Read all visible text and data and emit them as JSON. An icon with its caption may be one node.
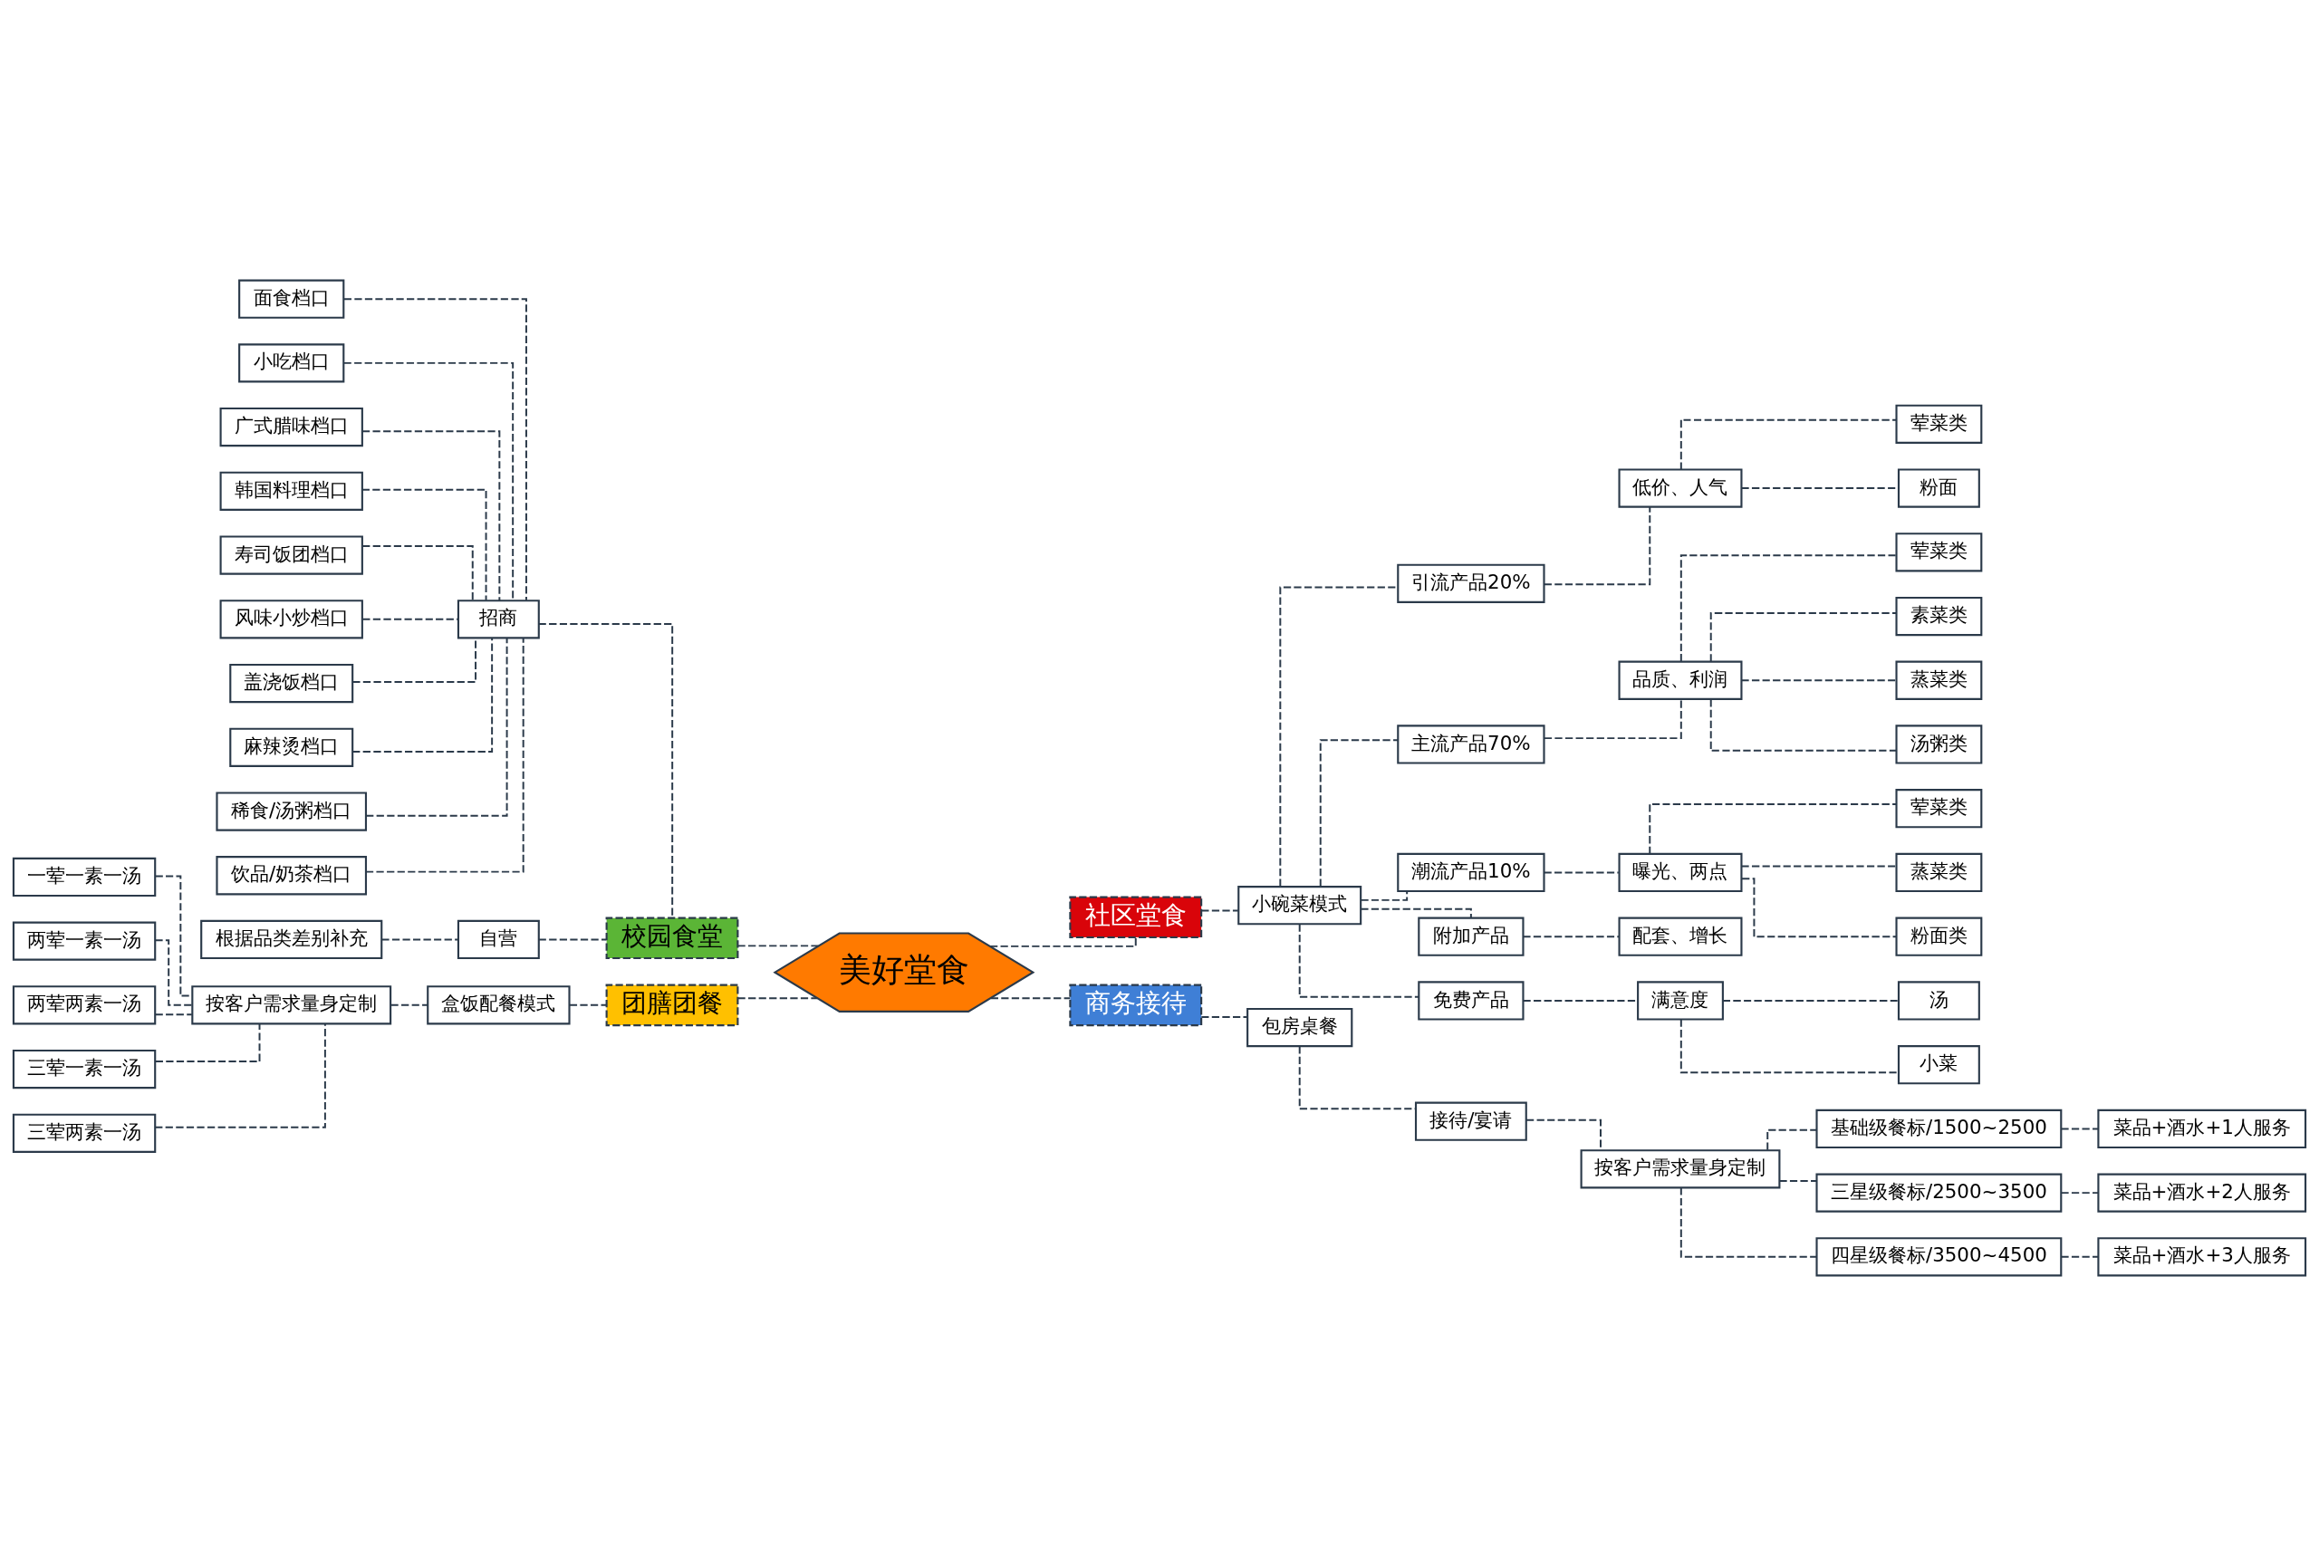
{
  "diagram": {
    "nodes": [
      {
        "text": [
          "美好堂食"
        ]
      },
      {
        "text": [
          "校园食堂"
        ]
      },
      {
        "text": [
          "招商"
        ]
      },
      {
        "text": [
          "面食档口"
        ]
      },
      {
        "text": [
          "小吃档口"
        ]
      },
      {
        "text": [
          "广式腊味档口"
        ]
      },
      {
        "text": [
          "韩国料理档口"
        ]
      },
      {
        "text": [
          "寿司饭团档口"
        ]
      },
      {
        "text": [
          "风味小炒档口"
        ]
      },
      {
        "text": [
          "盖浇饭档口"
        ]
      },
      {
        "text": [
          "麻辣烫档口"
        ]
      },
      {
        "text": [
          "稀食/汤粥档口"
        ]
      },
      {
        "text": [
          "饮品/奶茶档口"
        ]
      },
      {
        "text": [
          "自营"
        ]
      },
      {
        "text": [
          "根据品类差别补充"
        ]
      },
      {
        "text": [
          "团膳团餐"
        ]
      },
      {
        "text": [
          "盒饭配餐模式"
        ]
      },
      {
        "text": [
          "按客户需求量身定制"
        ]
      },
      {
        "text": [
          "一荤一素一汤"
        ]
      },
      {
        "text": [
          "两荤一素一汤"
        ]
      },
      {
        "text": [
          "两荤两素一汤"
        ]
      },
      {
        "text": [
          "三荤一素一汤"
        ]
      },
      {
        "text": [
          "三荤两素一汤"
        ]
      },
      {
        "text": [
          "社区堂食"
        ]
      },
      {
        "text": [
          "小碗菜模式"
        ]
      },
      {
        "text": [
          "引流产品20%"
        ]
      },
      {
        "text": [
          "低价、人气"
        ]
      },
      {
        "text": [
          "荤菜类"
        ]
      },
      {
        "text": [
          "粉面"
        ]
      },
      {
        "text": [
          "主流产品70%"
        ]
      },
      {
        "text": [
          "品质、利润"
        ]
      },
      {
        "text": [
          "荤菜类"
        ]
      },
      {
        "text": [
          "素菜类"
        ]
      },
      {
        "text": [
          "蒸菜类"
        ]
      },
      {
        "text": [
          "汤粥类"
        ]
      },
      {
        "text": [
          "潮流产品10%"
        ]
      },
      {
        "text": [
          "曝光、两点"
        ]
      },
      {
        "text": [
          "荤菜类"
        ]
      },
      {
        "text": [
          "蒸菜类"
        ]
      },
      {
        "text": [
          "粉面类"
        ]
      },
      {
        "text": [
          "附加产品"
        ]
      },
      {
        "text": [
          "配套、增长"
        ]
      },
      {
        "text": [
          "免费产品"
        ]
      },
      {
        "text": [
          "满意度"
        ]
      },
      {
        "text": [
          "汤"
        ]
      },
      {
        "text": [
          "小菜"
        ]
      },
      {
        "text": [
          "商务接待"
        ]
      },
      {
        "text": [
          "包房桌餐"
        ]
      },
      {
        "text": [
          "接待/宴请"
        ]
      },
      {
        "text": [
          "按客户需求量身定制"
        ]
      },
      {
        "text": [
          "基础级餐标/1500~2500"
        ]
      },
      {
        "text": [
          "三星级餐标/2500~3500"
        ]
      },
      {
        "text": [
          "四星级餐标/3500~4500"
        ]
      },
      {
        "text": [
          "菜品+酒水+1人服务"
        ]
      },
      {
        "text": [
          "菜品+酒水+2人服务"
        ]
      },
      {
        "text": [
          "菜品+酒水+3人服务"
        ]
      }
    ],
    "edges": [
      {
        "from": 0,
        "to": 1,
        "arrow": "none",
        "style": "dashed"
      },
      {
        "from": 1,
        "to": 2,
        "arrow": "none",
        "style": "dashed"
      },
      {
        "from": 2,
        "to": 3,
        "arrow": "none",
        "style": "dashed"
      },
      {
        "from": 2,
        "to": 4,
        "arrow": "none",
        "style": "dashed"
      },
      {
        "from": 2,
        "to": 5,
        "arrow": "none",
        "style": "dashed"
      },
      {
        "from": 2,
        "to": 6,
        "arrow": "none",
        "style": "dashed"
      },
      {
        "from": 2,
        "to": 7,
        "arrow": "none",
        "style": "dashed"
      },
      {
        "from": 2,
        "to": 8,
        "arrow": "none",
        "style": "dashed"
      },
      {
        "from": 2,
        "to": 9,
        "arrow": "none",
        "style": "dashed"
      },
      {
        "from": 2,
        "to": 10,
        "arrow": "none",
        "style": "dashed"
      },
      {
        "from": 2,
        "to": 11,
        "arrow": "none",
        "style": "dashed"
      },
      {
        "from": 2,
        "to": 12,
        "arrow": "none",
        "style": "dashed"
      },
      {
        "from": 1,
        "to": 13,
        "arrow": "none",
        "style": "dashed"
      },
      {
        "from": 13,
        "to": 14,
        "arrow": "none",
        "style": "dashed"
      },
      {
        "from": 0,
        "to": 15,
        "arrow": "none",
        "style": "dashed"
      },
      {
        "from": 15,
        "to": 16,
        "arrow": "none",
        "style": "dashed"
      },
      {
        "from": 16,
        "to": 17,
        "arrow": "none",
        "style": "dashed"
      },
      {
        "from": 17,
        "to": 18,
        "arrow": "none",
        "style": "dashed"
      },
      {
        "from": 17,
        "to": 19,
        "arrow": "none",
        "style": "dashed"
      },
      {
        "from": 17,
        "to": 20,
        "arrow": "none",
        "style": "dashed"
      },
      {
        "from": 17,
        "to": 21,
        "arrow": "none",
        "style": "dashed"
      },
      {
        "from": 17,
        "to": 22,
        "arrow": "none",
        "style": "dashed"
      },
      {
        "from": 0,
        "to": 23,
        "arrow": "none",
        "style": "dashed"
      },
      {
        "from": 23,
        "to": 24,
        "arrow": "none",
        "style": "dashed"
      },
      {
        "from": 24,
        "to": 25,
        "arrow": "none",
        "style": "dashed"
      },
      {
        "from": 25,
        "to": 26,
        "arrow": "none",
        "style": "dashed"
      },
      {
        "from": 26,
        "to": 27,
        "arrow": "none",
        "style": "dashed"
      },
      {
        "from": 26,
        "to": 28,
        "arrow": "none",
        "style": "dashed"
      },
      {
        "from": 24,
        "to": 29,
        "arrow": "none",
        "style": "dashed"
      },
      {
        "from": 29,
        "to": 30,
        "arrow": "none",
        "style": "dashed"
      },
      {
        "from": 30,
        "to": 31,
        "arrow": "none",
        "style": "dashed"
      },
      {
        "from": 30,
        "to": 32,
        "arrow": "none",
        "style": "dashed"
      },
      {
        "from": 30,
        "to": 33,
        "arrow": "none",
        "style": "dashed"
      },
      {
        "from": 30,
        "to": 34,
        "arrow": "none",
        "style": "dashed"
      },
      {
        "from": 24,
        "to": 35,
        "arrow": "none",
        "style": "dashed"
      },
      {
        "from": 35,
        "to": 36,
        "arrow": "none",
        "style": "dashed"
      },
      {
        "from": 36,
        "to": 37,
        "arrow": "none",
        "style": "dashed"
      },
      {
        "from": 36,
        "to": 38,
        "arrow": "none",
        "style": "dashed"
      },
      {
        "from": 36,
        "to": 39,
        "arrow": "none",
        "style": "dashed"
      },
      {
        "from": 24,
        "to": 40,
        "arrow": "none",
        "style": "dashed"
      },
      {
        "from": 40,
        "to": 41,
        "arrow": "none",
        "style": "dashed"
      },
      {
        "from": 24,
        "to": 42,
        "arrow": "none",
        "style": "dashed"
      },
      {
        "from": 42,
        "to": 43,
        "arrow": "none",
        "style": "dashed"
      },
      {
        "from": 43,
        "to": 44,
        "arrow": "none",
        "style": "dashed"
      },
      {
        "from": 43,
        "to": 45,
        "arrow": "none",
        "style": "dashed"
      },
      {
        "from": 0,
        "to": 46,
        "arrow": "none",
        "style": "dashed"
      },
      {
        "from": 46,
        "to": 47,
        "arrow": "none",
        "style": "dashed"
      },
      {
        "from": 47,
        "to": 48,
        "arrow": "none",
        "style": "dashed"
      },
      {
        "from": 48,
        "to": 49,
        "arrow": "none",
        "style": "dashed"
      },
      {
        "from": 49,
        "to": 50,
        "arrow": "none",
        "style": "dashed"
      },
      {
        "from": 49,
        "to": 51,
        "arrow": "none",
        "style": "dashed"
      },
      {
        "from": 49,
        "to": 52,
        "arrow": "none",
        "style": "dashed"
      },
      {
        "from": 50,
        "to": 53,
        "arrow": "none",
        "style": "dashed"
      },
      {
        "from": 51,
        "to": 54,
        "arrow": "none",
        "style": "dashed"
      },
      {
        "from": 52,
        "to": 55,
        "arrow": "none",
        "style": "dashed"
      }
    ]
  }
}
